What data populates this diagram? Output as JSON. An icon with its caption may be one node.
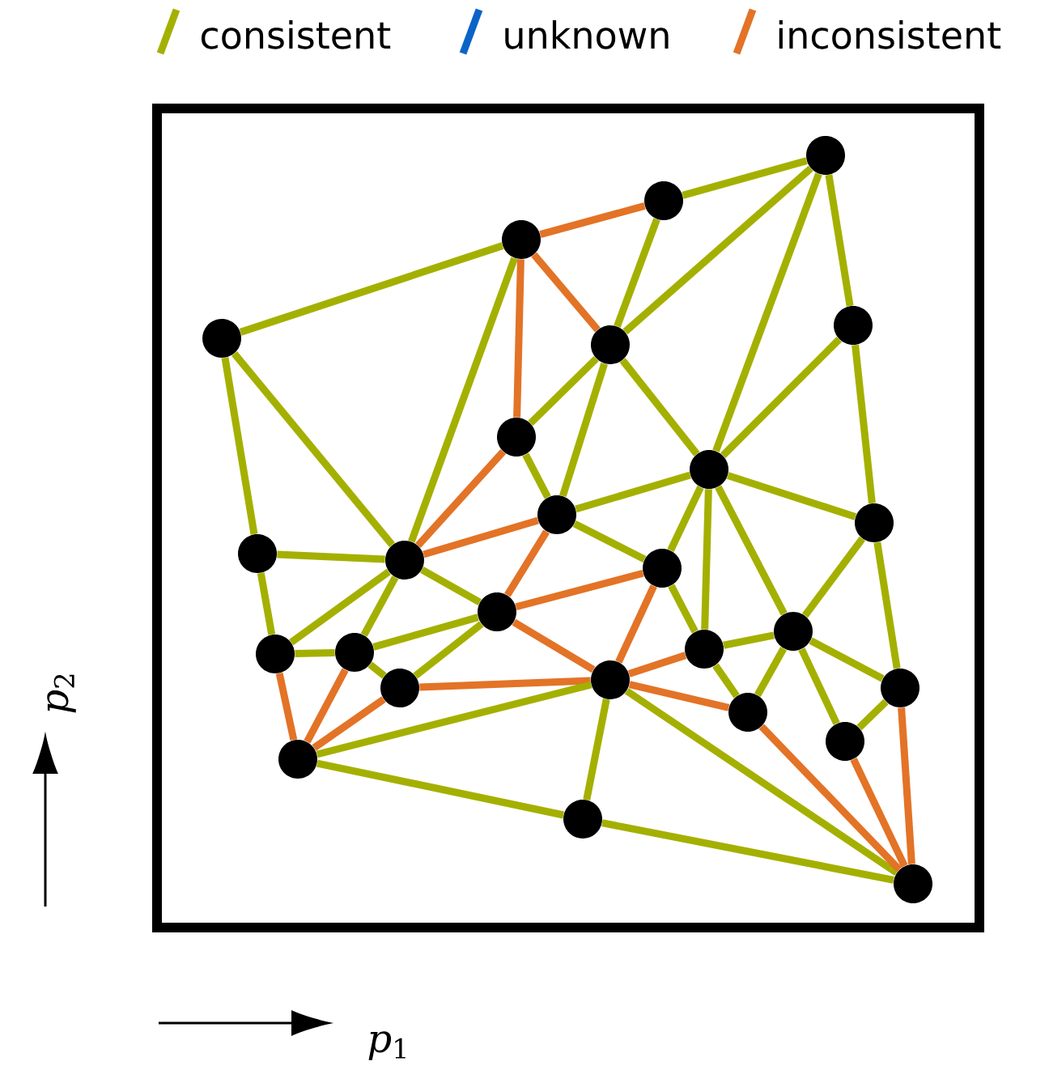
{
  "diagram": {
    "nodes": [
      {
        "text": [],
        "shape": "circle"
      },
      {
        "text": [],
        "shape": "circle"
      },
      {
        "text": [],
        "shape": "circle"
      },
      {
        "text": [],
        "shape": "circle"
      },
      {
        "text": [],
        "shape": "circle"
      },
      {
        "text": [],
        "shape": "circle"
      },
      {
        "text": [],
        "shape": "circle"
      },
      {
        "text": [],
        "shape": "circle"
      },
      {
        "text": [],
        "shape": "circle"
      },
      {
        "text": [],
        "shape": "circle"
      },
      {
        "text": [],
        "shape": "circle"
      },
      {
        "text": [],
        "shape": "circle"
      },
      {
        "text": [],
        "shape": "circle"
      },
      {
        "text": [],
        "shape": "circle"
      },
      {
        "text": [],
        "shape": "circle"
      },
      {
        "text": [],
        "shape": "circle"
      },
      {
        "text": [],
        "shape": "circle"
      },
      {
        "text": [],
        "shape": "circle"
      },
      {
        "text": [],
        "shape": "circle"
      },
      {
        "text": [],
        "shape": "circle"
      },
      {
        "text": [],
        "shape": "circle"
      },
      {
        "text": [],
        "shape": "circle"
      },
      {
        "text": [],
        "shape": "circle"
      },
      {
        "text": [],
        "shape": "circle"
      },
      {
        "text": [],
        "shape": "circle"
      },
      {
        "text": [],
        "shape": "circle"
      }
    ],
    "edges": [
      {
        "from": 0,
        "to": 1,
        "arrow": "none"
      },
      {
        "from": 0,
        "to": 5,
        "arrow": "none"
      },
      {
        "from": 0,
        "to": 7,
        "arrow": "none"
      },
      {
        "from": 0,
        "to": 4,
        "arrow": "none"
      },
      {
        "from": 1,
        "to": 2,
        "arrow": "none",
        "color": "#e37326"
      },
      {
        "from": 1,
        "to": 5,
        "arrow": "none"
      },
      {
        "from": 2,
        "to": 3,
        "arrow": "none"
      },
      {
        "from": 2,
        "to": 5,
        "arrow": "none",
        "color": "#e37326"
      },
      {
        "from": 2,
        "to": 6,
        "arrow": "none",
        "color": "#e37326"
      },
      {
        "from": 2,
        "to": 11,
        "arrow": "none"
      },
      {
        "from": 3,
        "to": 10,
        "arrow": "none"
      },
      {
        "from": 3,
        "to": 11,
        "arrow": "none"
      },
      {
        "from": 4,
        "to": 7,
        "arrow": "none"
      },
      {
        "from": 4,
        "to": 8,
        "arrow": "none"
      },
      {
        "from": 5,
        "to": 6,
        "arrow": "none"
      },
      {
        "from": 5,
        "to": 9,
        "arrow": "none"
      },
      {
        "from": 5,
        "to": 7,
        "arrow": "none"
      },
      {
        "from": 6,
        "to": 9,
        "arrow": "none"
      },
      {
        "from": 6,
        "to": 11,
        "arrow": "none",
        "color": "#e37326"
      },
      {
        "from": 7,
        "to": 9,
        "arrow": "none"
      },
      {
        "from": 7,
        "to": 8,
        "arrow": "none"
      },
      {
        "from": 7,
        "to": 12,
        "arrow": "none"
      },
      {
        "from": 7,
        "to": 17,
        "arrow": "none"
      },
      {
        "from": 7,
        "to": 16,
        "arrow": "none"
      },
      {
        "from": 8,
        "to": 16,
        "arrow": "none"
      },
      {
        "from": 8,
        "to": 20,
        "arrow": "none"
      },
      {
        "from": 9,
        "to": 11,
        "arrow": "none",
        "color": "#e37326"
      },
      {
        "from": 9,
        "to": 13,
        "arrow": "none",
        "color": "#e37326"
      },
      {
        "from": 9,
        "to": 12,
        "arrow": "none"
      },
      {
        "from": 10,
        "to": 11,
        "arrow": "none"
      },
      {
        "from": 10,
        "to": 14,
        "arrow": "none"
      },
      {
        "from": 11,
        "to": 14,
        "arrow": "none"
      },
      {
        "from": 11,
        "to": 15,
        "arrow": "none"
      },
      {
        "from": 11,
        "to": 13,
        "arrow": "none"
      },
      {
        "from": 12,
        "to": 13,
        "arrow": "none",
        "color": "#e37326"
      },
      {
        "from": 12,
        "to": 18,
        "arrow": "none",
        "color": "#e37326"
      },
      {
        "from": 12,
        "to": 17,
        "arrow": "none"
      },
      {
        "from": 13,
        "to": 15,
        "arrow": "none"
      },
      {
        "from": 13,
        "to": 19,
        "arrow": "none"
      },
      {
        "from": 13,
        "to": 18,
        "arrow": "none",
        "color": "#e37326"
      },
      {
        "from": 14,
        "to": 15,
        "arrow": "none"
      },
      {
        "from": 14,
        "to": 23,
        "arrow": "none",
        "color": "#e37326"
      },
      {
        "from": 15,
        "to": 19,
        "arrow": "none"
      },
      {
        "from": 15,
        "to": 23,
        "arrow": "none",
        "color": "#e37326"
      },
      {
        "from": 19,
        "to": 23,
        "arrow": "none",
        "color": "#e37326"
      },
      {
        "from": 19,
        "to": 18,
        "arrow": "none",
        "color": "#e37326"
      },
      {
        "from": 23,
        "to": 18,
        "arrow": "none"
      },
      {
        "from": 23,
        "to": 24,
        "arrow": "none"
      },
      {
        "from": 18,
        "to": 24,
        "arrow": "none"
      },
      {
        "from": 18,
        "to": 17,
        "arrow": "none",
        "color": "#e37326"
      },
      {
        "from": 18,
        "to": 21,
        "arrow": "none",
        "color": "#e37326"
      },
      {
        "from": 18,
        "to": 25,
        "arrow": "none"
      },
      {
        "from": 17,
        "to": 16,
        "arrow": "none"
      },
      {
        "from": 17,
        "to": 21,
        "arrow": "none"
      },
      {
        "from": 16,
        "to": 21,
        "arrow": "none"
      },
      {
        "from": 16,
        "to": 22,
        "arrow": "none"
      },
      {
        "from": 16,
        "to": 20,
        "arrow": "none"
      },
      {
        "from": 20,
        "to": 22,
        "arrow": "none"
      },
      {
        "from": 20,
        "to": 25,
        "arrow": "none",
        "color": "#e37326"
      },
      {
        "from": 22,
        "to": 25,
        "arrow": "none",
        "color": "#e37326"
      },
      {
        "from": 21,
        "to": 25,
        "arrow": "none",
        "color": "#e37326"
      },
      {
        "from": 24,
        "to": 25,
        "arrow": "none"
      }
    ],
    "labels": [
      "*p*$_{2}$",
      "*p*$_{1}$"
    ],
    "legend": [
      {
        "text": "consistent",
        "color": "#a4b000"
      },
      {
        "text": "unknown",
        "color": "#0a64c8"
      },
      {
        "text": "inconsistent",
        "color": "#e37326"
      }
    ]
  }
}
